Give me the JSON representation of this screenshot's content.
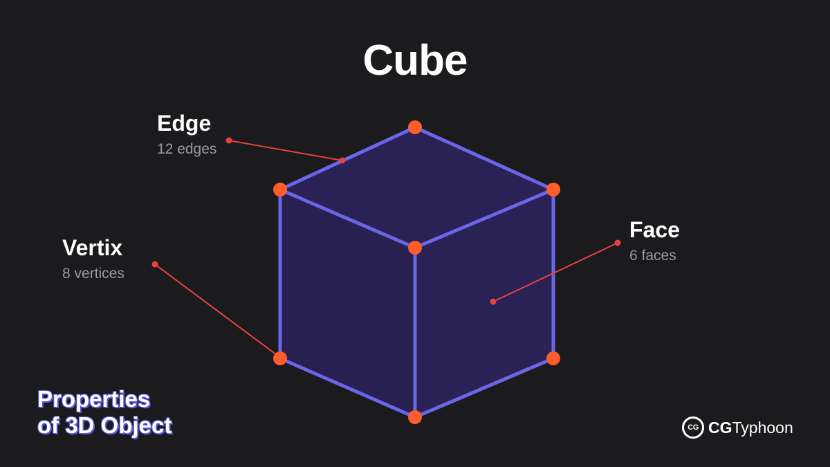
{
  "title": "Cube",
  "labels": {
    "edge": {
      "name": "Edge",
      "count": "12 edges"
    },
    "vertix": {
      "name": "Vertix",
      "count": "8 vertices"
    },
    "face": {
      "name": "Face",
      "count": "6 faces"
    }
  },
  "caption": {
    "line1": "Properties",
    "line2": "of 3D Object"
  },
  "brand": {
    "logo_text": "CG",
    "name_bold": "CG",
    "name_rest": "Typhoon"
  },
  "colors": {
    "background": "#1b1a1d",
    "cube_edge": "#6a66e8",
    "cube_face": "#2a2155",
    "vertex": "#ff5d2a",
    "pointer": "#e8423f",
    "caption_outline": "#5b5ad9"
  }
}
